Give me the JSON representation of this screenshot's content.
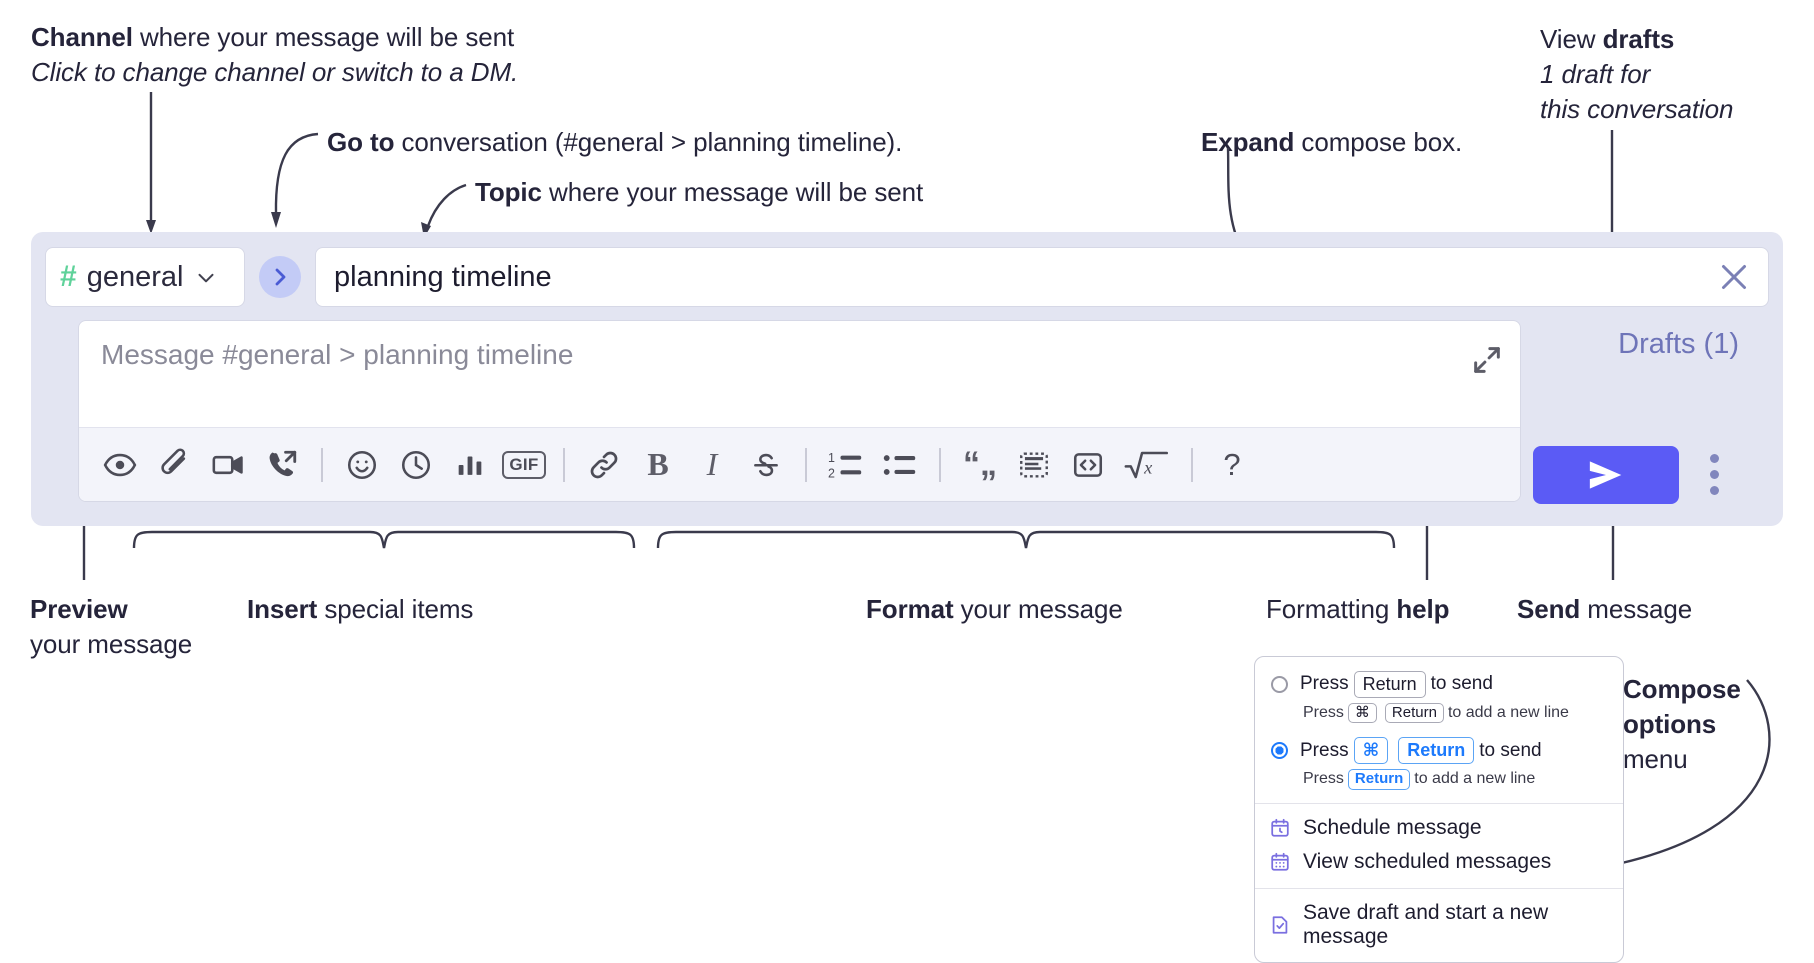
{
  "annotations": {
    "channel": {
      "bold": "Channel",
      "rest": " where your message will be sent",
      "italic": "Click to change channel or switch to a DM."
    },
    "goto": {
      "bold": "Go to",
      "rest": " conversation (#general > planning timeline)."
    },
    "topic": {
      "bold": "Topic",
      "rest": " where your message will be sent"
    },
    "expand": {
      "bold": "Expand",
      "rest": " compose box."
    },
    "drafts": {
      "plain": "View ",
      "bold": "drafts",
      "italic1": "1 draft for",
      "italic2": "this conversation"
    },
    "preview": {
      "bold": "Preview",
      "rest": "your message"
    },
    "insert": {
      "bold": "Insert",
      "rest": " special items"
    },
    "format": {
      "bold": "Format",
      "rest": " your message"
    },
    "formatting_help": {
      "plain": "Formatting ",
      "bold": "help"
    },
    "send": {
      "bold": "Send",
      "rest": " message"
    },
    "compose_options": {
      "bold1": "Compose",
      "bold2": "options",
      "rest": "menu"
    }
  },
  "compose": {
    "channel_name": "general",
    "channel_hash": "#",
    "topic_value": "planning timeline",
    "message_placeholder": "Message #general > planning timeline",
    "drafts_label": "Drafts (1)",
    "icons": {
      "goto": "chevron-right-icon",
      "topic_clear": "close-icon",
      "expand": "expand-icon",
      "panel_close": "close-icon",
      "send": "send-icon",
      "options": "kebab-menu-icon"
    },
    "toolbar": [
      {
        "name": "preview-icon",
        "label": "Preview"
      },
      {
        "name": "attachment-icon",
        "label": "Attach file"
      },
      {
        "name": "video-icon",
        "label": "Video clip"
      },
      {
        "name": "audio-call-icon",
        "label": "Audio clip"
      },
      {
        "name": "emoji-icon",
        "label": "Emoji"
      },
      {
        "name": "clock-icon",
        "label": "Reminder"
      },
      {
        "name": "poll-icon",
        "label": "Poll"
      },
      {
        "name": "gif-icon",
        "label": "GIF"
      },
      {
        "name": "link-icon",
        "label": "Link"
      },
      {
        "name": "bold-icon",
        "label": "B"
      },
      {
        "name": "italic-icon",
        "label": "I"
      },
      {
        "name": "strikethrough-icon",
        "label": "S"
      },
      {
        "name": "ordered-list-icon",
        "label": "Ordered list"
      },
      {
        "name": "bulleted-list-icon",
        "label": "Bulleted list"
      },
      {
        "name": "blockquote-icon",
        "label": "Blockquote"
      },
      {
        "name": "code-block-icon",
        "label": "Code block"
      },
      {
        "name": "code-icon",
        "label": "Code"
      },
      {
        "name": "math-icon",
        "label": "Math"
      },
      {
        "name": "help-icon",
        "label": "?"
      }
    ]
  },
  "options_menu": {
    "send_options": [
      {
        "selected": false,
        "pre": "Press",
        "keys": [
          "Return"
        ],
        "post": "to send",
        "sub_pre": "Press",
        "sub_keys": [
          "⌘",
          "Return"
        ],
        "sub_post": "to add a new line"
      },
      {
        "selected": true,
        "pre": "Press",
        "keys": [
          "⌘",
          "Return"
        ],
        "post": "to send",
        "sub_pre": "Press",
        "sub_keys": [
          "Return"
        ],
        "sub_post": "to add a new line"
      }
    ],
    "items": [
      {
        "icon": "calendar-clock-icon",
        "label": "Schedule message"
      },
      {
        "icon": "calendar-grid-icon",
        "label": "View scheduled messages"
      },
      {
        "icon": "save-draft-icon",
        "label": "Save draft and start a new message"
      }
    ]
  },
  "colors": {
    "panel_bg": "#e3e5f2",
    "send_button": "#5b5bf5",
    "accent_link": "#6e74b8",
    "hash_green": "#5fd29a",
    "goto_bg": "#c3cbf6",
    "radio_blue": "#1d7afc",
    "text": "#25243a"
  }
}
